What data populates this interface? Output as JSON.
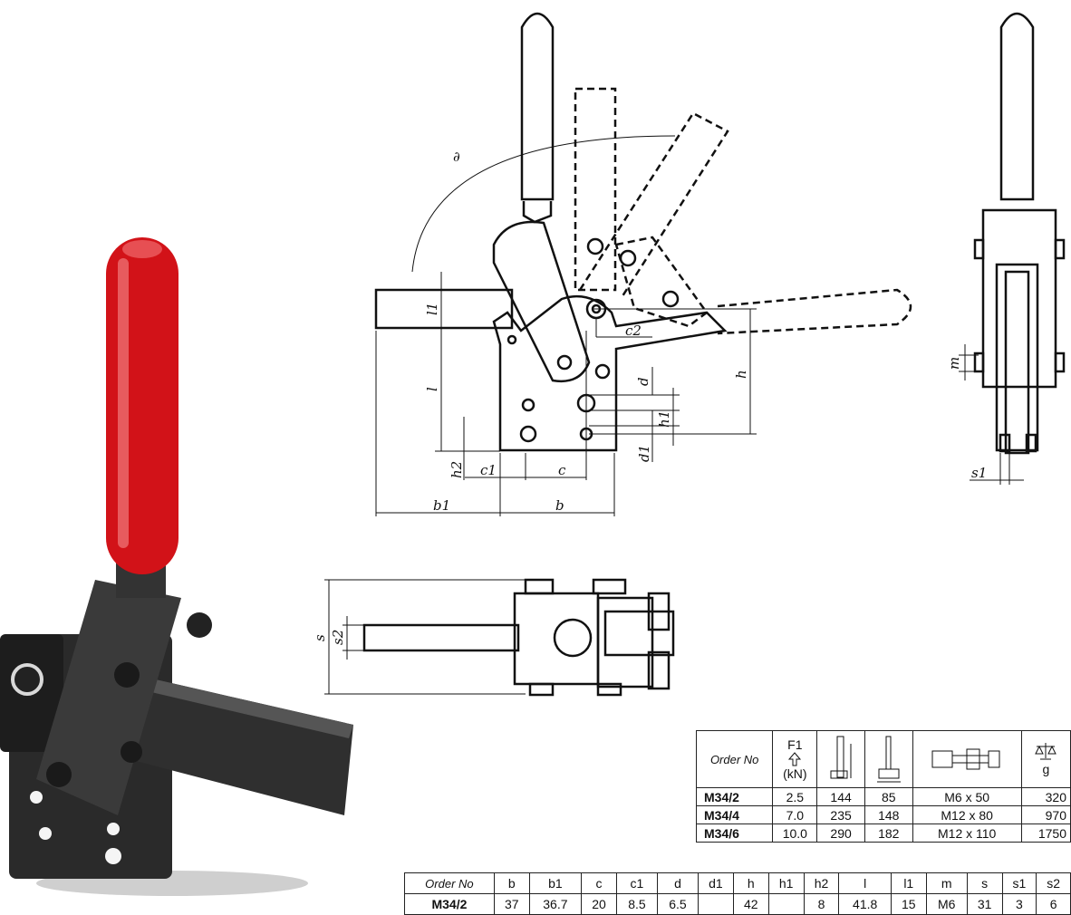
{
  "diagram_labels": {
    "angle": "∂",
    "l1": "l1",
    "l": "l",
    "c2": "c2",
    "d": "d",
    "h1": "h1",
    "h": "h",
    "d1": "d1",
    "h2": "h2",
    "c1": "c1",
    "c": "c",
    "b1": "b1",
    "b": "b",
    "m": "m",
    "s1": "s1",
    "s": "s",
    "s2": "s2"
  },
  "spec_table": {
    "order_header": "Order No",
    "force_label": "F1",
    "force_unit": "(kN)",
    "weight_unit": "g",
    "icons": [
      "force-arrow-icon",
      "holding-height-icon",
      "spindle-height-icon",
      "bolt-icon",
      "scale-icon"
    ],
    "rows": [
      {
        "order": "M34/2",
        "f1": "2.5",
        "col2": "144",
        "col3": "85",
        "bolt": "M6 x 50",
        "weight": "320"
      },
      {
        "order": "M34/4",
        "f1": "7.0",
        "col2": "235",
        "col3": "148",
        "bolt": "M12 x 80",
        "weight": "970"
      },
      {
        "order": "M34/6",
        "f1": "10.0",
        "col2": "290",
        "col3": "182",
        "bolt": "M12 x 110",
        "weight": "1750"
      }
    ]
  },
  "dim_table": {
    "headers": [
      "Order No",
      "b",
      "b1",
      "c",
      "c1",
      "d",
      "d1",
      "h",
      "h1",
      "h2",
      "l",
      "l1",
      "m",
      "s",
      "s1",
      "s2"
    ],
    "row": [
      "M34/2",
      "37",
      "36.7",
      "20",
      "8.5",
      "6.5",
      "",
      "42",
      "",
      "8",
      "41.8",
      "15",
      "M6",
      "31",
      "3",
      "6"
    ]
  }
}
